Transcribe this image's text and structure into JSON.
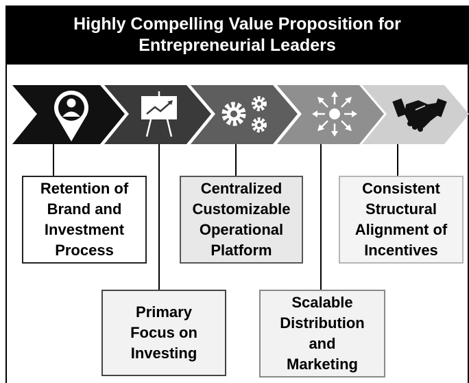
{
  "title": {
    "line1": "Highly Compelling Value Proposition for",
    "line2": "Entrepreneurial Leaders"
  },
  "steps": [
    {
      "icon": "person-location-pin-icon",
      "color": "#111111",
      "lines": [
        "Retention of",
        "Brand and",
        "Investment",
        "Process"
      ]
    },
    {
      "icon": "presentation-chart-icon",
      "color": "#3a3a3a",
      "lines": [
        "Primary",
        "Focus on",
        "Investing"
      ]
    },
    {
      "icon": "gears-icon",
      "color": "#5e5e5e",
      "lines": [
        "Centralized",
        "Customizable",
        "Operational",
        "Platform"
      ]
    },
    {
      "icon": "expand-arrows-icon",
      "color": "#8f8f8f",
      "lines": [
        "Scalable",
        "Distribution",
        "and",
        "Marketing"
      ]
    },
    {
      "icon": "handshake-icon",
      "color": "#cfcfcf",
      "lines": [
        "Consistent",
        "Structural",
        "Alignment of",
        "Incentives"
      ]
    }
  ]
}
